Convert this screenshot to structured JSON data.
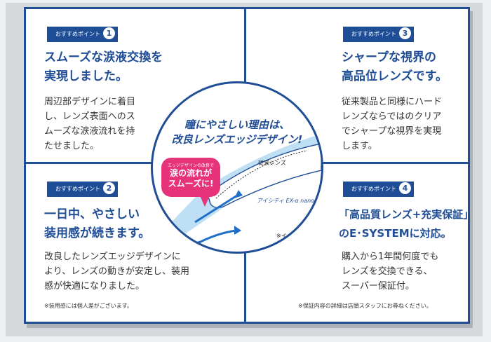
{
  "points": [
    {
      "badge_label": "おすすめポイント",
      "number": "1",
      "heading_lines": [
        "スムーズな涙液交換を",
        "実現しました。"
      ],
      "body_lines": [
        "周辺部デザインに着目",
        "し、レンズ表面へのス",
        "ムーズな涙液流れを持",
        "たせました。"
      ],
      "note": ""
    },
    {
      "badge_label": "おすすめポイント",
      "number": "2",
      "heading_lines": [
        "一日中、やさしい",
        "装用感が続きます。"
      ],
      "body_lines": [
        "改良したレンズエッジデザインに",
        "より、レンズの動きが安定し、装用",
        "感が快適になりました。"
      ],
      "note": "※装用感には個人差がございます。"
    },
    {
      "badge_label": "おすすめポイント",
      "number": "3",
      "heading_lines": [
        "シャープな視界の",
        "高品位レンズです。"
      ],
      "body_lines": [
        "従来製品と同様にハード",
        "レンズならではのクリア",
        "でシャープな視界を実現",
        "します。"
      ],
      "note": ""
    },
    {
      "badge_label": "おすすめポイント",
      "number": "4",
      "heading_lines": [
        "「高品質レンズ+充実保証」",
        "のE･SYSTEMに対応。"
      ],
      "body_lines": [
        "購入から1年間何度でも",
        "レンズを交換できる、",
        "スーパー保証付。"
      ],
      "note": "※保証内容の詳細は店頭スタッフにお尋ねください。"
    }
  ],
  "center": {
    "title_lines": [
      "瞳にやさしい理由は、",
      "改良レンズエッジデザイン!"
    ],
    "bubble_small": "エッジデザインの改良で",
    "bubble_lines": [
      "涙の流れが",
      "スムーズに!"
    ],
    "label_old_lens": "従来レンズ",
    "label_new_lens": "アイシティ EX-α nano",
    "label_tear": "涙",
    "label_image": "※イメージ"
  },
  "colors": {
    "brand_blue": "#1f4d96",
    "accent_pink": "#e6337a",
    "tear_light_blue": "#bfe0f4"
  }
}
